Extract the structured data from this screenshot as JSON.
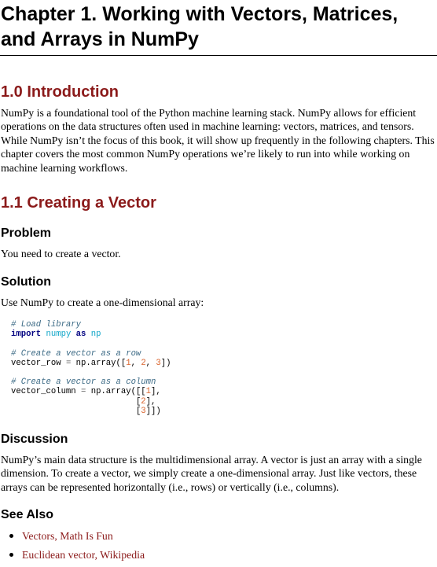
{
  "chapter": {
    "title": "Chapter 1. Working with Vectors, Matrices, and Arrays in NumPy"
  },
  "sections": {
    "intro": {
      "heading": "1.0 Introduction",
      "text": "NumPy is a foundational tool of the Python machine learning stack. NumPy allows for efficient operations on the data structures often used in machine learning: vectors, matrices, and tensors. While NumPy isn’t the focus of this book, it will show up frequently in the following chapters. This chapter covers the most common NumPy operations we’re likely to run into while working on machine learning workflows."
    },
    "creating_vector": {
      "heading": "1.1 Creating a Vector",
      "problem_heading": "Problem",
      "problem_text": "You need to create a vector.",
      "solution_heading": "Solution",
      "solution_text": "Use NumPy to create a one-dimensional array:",
      "code": {
        "comment_load": "# Load library",
        "kw_import": "import",
        "mod_numpy": "numpy",
        "kw_as": "as",
        "mod_np": "np",
        "comment_row": "# Create a vector as a row",
        "row_var": "vector_row",
        "row_call": "np.array([",
        "row_nums": [
          "1",
          "2",
          "3"
        ],
        "row_end": "])",
        "comment_col": "# Create a vector as a column",
        "col_var": "vector_column",
        "col_call": "np.array([[",
        "col_nums": [
          "1",
          "2",
          "3"
        ],
        "col_line_end": "],",
        "col_next_start": "[",
        "col_end": "]])"
      },
      "discussion_heading": "Discussion",
      "discussion_text": "NumPy’s main data structure is the multidimensional array. A vector is just an array with a single dimension. To create a vector, we simply create a one-dimensional array. Just like vectors, these arrays can be represented horizontally (i.e., rows) or vertically (i.e., columns).",
      "see_also_heading": "See Also",
      "see_also_links": [
        "Vectors, Math Is Fun",
        "Euclidean vector, Wikipedia"
      ]
    }
  }
}
